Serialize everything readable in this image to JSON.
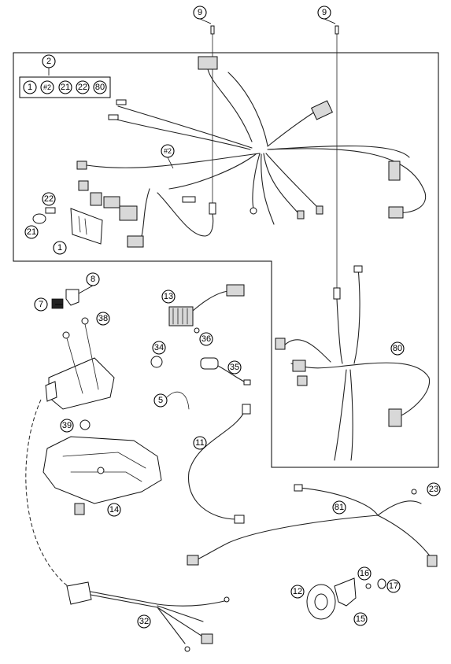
{
  "diagram": {
    "callouts": {
      "c9a": "9",
      "c9b": "9",
      "c2": "2",
      "kit_1": "1",
      "kit_h2": "#2",
      "kit_21": "21",
      "kit_22": "22",
      "kit_80": "80",
      "c22": "22",
      "c21": "21",
      "c1": "1",
      "ch2": "#2",
      "c8": "8",
      "c7": "7",
      "c38": "38",
      "c13": "13",
      "c36": "36",
      "c34": "34",
      "c35": "35",
      "c5": "5",
      "c39": "39",
      "c11": "11",
      "c14": "14",
      "c80": "80",
      "c81": "81",
      "c23": "23",
      "c12": "12",
      "c16": "16",
      "c17": "17",
      "c15": "15",
      "c32": "32"
    }
  }
}
